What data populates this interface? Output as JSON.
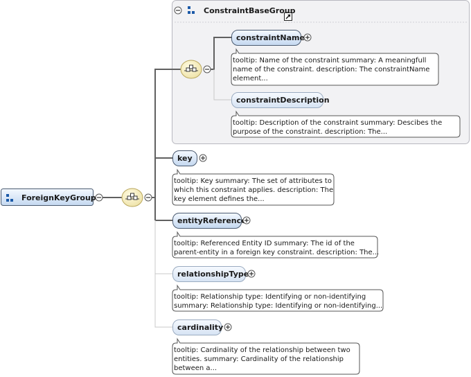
{
  "root": {
    "label": "ForeignKeyGroup"
  },
  "group": {
    "label": "ConstraintBaseGroup"
  },
  "group_elements": [
    {
      "label": "constraintName",
      "tooltip": [
        "tooltip: Name of the constraint summary: A meaningfull",
        "name of the constraint. description: The constraintName",
        "element..."
      ]
    },
    {
      "label": "constraintDescription",
      "tooltip": [
        "tooltip: Description of the constraint summary: Descibes the",
        "purpose of the constraint. description: The..."
      ]
    }
  ],
  "elements": [
    {
      "label": "key",
      "tooltip": [
        "tooltip: Key summary: The set of attributes to",
        "which this constraint applies. description: The",
        "key element defines the..."
      ]
    },
    {
      "label": "entityReference",
      "tooltip": [
        "tooltip: Referenced Entity ID summary: The id of the",
        "parent-entity in a foreign key constraint. description: The..."
      ]
    },
    {
      "label": "relationshipType",
      "tooltip": [
        "tooltip: Relationship type: Identifying or non-identifying",
        "summary: Relationship type: Identifying or non-identifying..."
      ]
    },
    {
      "label": "cardinality",
      "tooltip": [
        "tooltip: Cardinality of the relationship between two",
        "entities. summary: Cardinality of the relationship",
        "between a..."
      ]
    }
  ],
  "icons": {
    "group": "group-icon",
    "sequence": "sequence-compositor-icon",
    "expand": "expand-plus-icon",
    "collapse": "collapse-minus-icon",
    "shortcut": "shortcut-arrow-icon"
  },
  "colors": {
    "element_fill_top": "#f4f9ff",
    "element_fill_bottom": "#c4d8f0",
    "element_border": "#4a5a70",
    "optional_border": "#9aabc0",
    "group_icon": "#1c5aa8",
    "compositor_fill": "#f6f1c8",
    "compositor_border": "#b8a55a",
    "connector": "#606060",
    "optional_connector": "#c8c8c8",
    "tooltip_border": "#555555"
  }
}
